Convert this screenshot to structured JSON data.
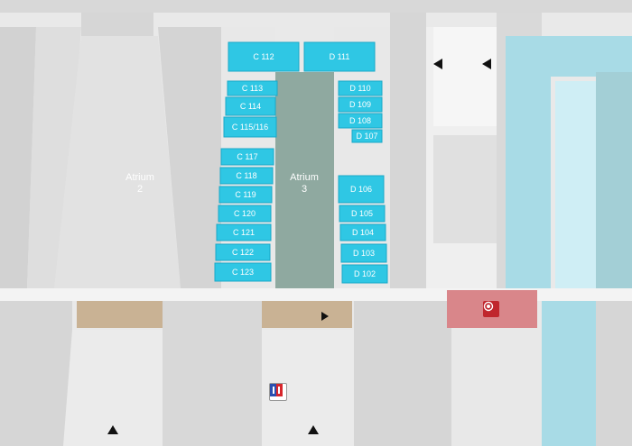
{
  "colors": {
    "room": "#2fc7e4",
    "room_dark": "#1aa9c7",
    "room_light": "#9fe3ef",
    "atrium": "#8fa9a0",
    "wall": "#cfcfcf",
    "floor": "#e4e4e4",
    "corridor": "#f2f2f2",
    "brown": "#c9b294",
    "red_zone": "#d9868a",
    "restaurant_icon": "#c0262d",
    "info_icon_blue": "#2b4fb0",
    "info_icon_red": "#d7262c"
  },
  "rooms": [
    {
      "id": "c112",
      "label": "C 112"
    },
    {
      "id": "d111",
      "label": "D 111"
    },
    {
      "id": "c113",
      "label": "C 113"
    },
    {
      "id": "c114",
      "label": "C 114"
    },
    {
      "id": "c115",
      "label": "C 115/116"
    },
    {
      "id": "c117",
      "label": "C 117"
    },
    {
      "id": "c118",
      "label": "C 118"
    },
    {
      "id": "c119",
      "label": "C 119"
    },
    {
      "id": "c120",
      "label": "C 120"
    },
    {
      "id": "c121",
      "label": "C 121"
    },
    {
      "id": "c122",
      "label": "C 122"
    },
    {
      "id": "c123",
      "label": "C 123"
    },
    {
      "id": "d110",
      "label": "D 110"
    },
    {
      "id": "d109",
      "label": "D 109"
    },
    {
      "id": "d108",
      "label": "D 108"
    },
    {
      "id": "d107",
      "label": "D 107"
    },
    {
      "id": "d106",
      "label": "D 106"
    },
    {
      "id": "d105",
      "label": "D 105"
    },
    {
      "id": "d104",
      "label": "D 104"
    },
    {
      "id": "d103",
      "label": "D 103"
    },
    {
      "id": "d102",
      "label": "D 102"
    }
  ],
  "atriums": [
    {
      "id": "atrium2",
      "line1": "Atrium",
      "line2": "2"
    },
    {
      "id": "atrium3",
      "line1": "Atrium",
      "line2": "3"
    }
  ],
  "icons": {
    "restaurant": "restaurant-icon",
    "info": "info-point-icon",
    "entrance": "entrance-arrow-icon"
  }
}
